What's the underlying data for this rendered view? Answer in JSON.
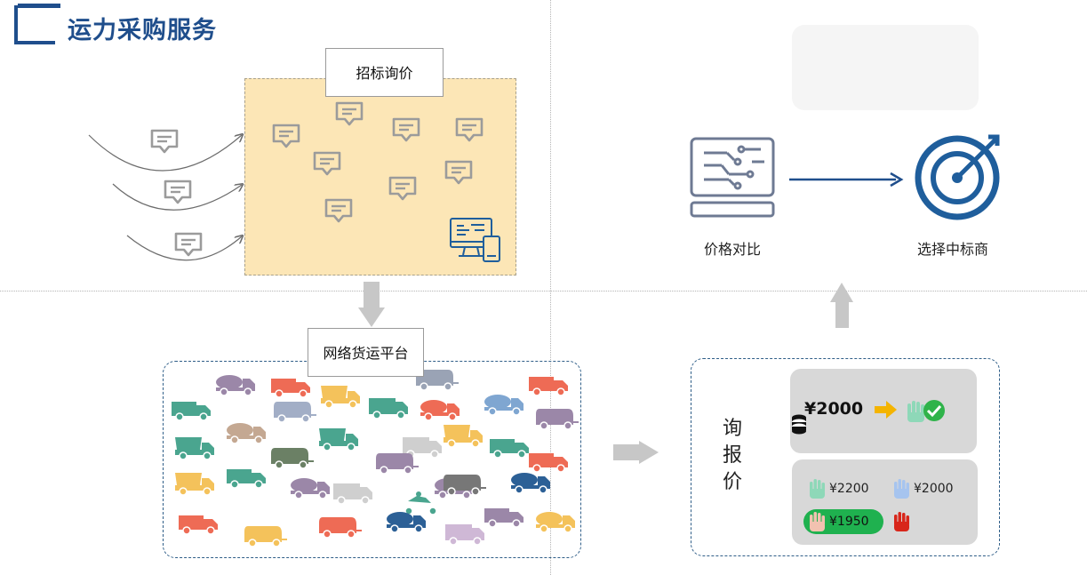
{
  "page": {
    "title": "运力采购服务"
  },
  "tender": {
    "label": "招标询价"
  },
  "platform": {
    "label": "网络货运平台"
  },
  "compare": {
    "label": "价格对比"
  },
  "select": {
    "label": "选择中标商"
  },
  "inquiry": {
    "label": "询报价"
  },
  "best_quote": {
    "price": "¥2000"
  },
  "quotes": [
    {
      "price": "¥2200",
      "hand_color": "#8ed8b8"
    },
    {
      "price": "¥2000",
      "hand_color": "#a6c4ef"
    },
    {
      "price": "¥1950",
      "hand_color": "#f2c2b0",
      "highlight": true
    },
    {
      "price": "",
      "hand_color": "#d8261a"
    }
  ],
  "colors": {
    "brand_blue": "#1f4e8c",
    "icon_gray": "#9b9b9b",
    "tender_fill": "#fce6b6",
    "arrow_gray": "#c7c7c7",
    "accent_green": "#1fb14f",
    "accent_yellow": "#f4b400"
  },
  "icons": {
    "tender_messages": "chat-bubble-icon",
    "tender_terminal": "computer-phone-icon",
    "compare": "circuit-monitor-icon",
    "select": "target-icon"
  },
  "vehicle_icons": [
    {
      "type": "mixer",
      "color": "#9b87a8"
    },
    {
      "type": "truck",
      "color": "#ee6b55"
    },
    {
      "type": "camper",
      "color": "#9aa3b5"
    },
    {
      "type": "truck",
      "color": "#4aa58f"
    },
    {
      "type": "camper",
      "color": "#a2aec6"
    },
    {
      "type": "dump",
      "color": "#f4c25b"
    },
    {
      "type": "van",
      "color": "#4aa58f"
    },
    {
      "type": "mixer",
      "color": "#ee6b55"
    },
    {
      "type": "mixer",
      "color": "#7fa6d1"
    },
    {
      "type": "truck",
      "color": "#ee6b55"
    },
    {
      "type": "camper",
      "color": "#9b87a8"
    },
    {
      "type": "mixer",
      "color": "#c4a892"
    },
    {
      "type": "camper",
      "color": "#6b8065"
    },
    {
      "type": "dump",
      "color": "#4aa58f"
    },
    {
      "type": "van",
      "color": "#cfcfcf"
    },
    {
      "type": "dump",
      "color": "#f4c25b"
    },
    {
      "type": "truck",
      "color": "#4aa58f"
    },
    {
      "type": "dump",
      "color": "#4aa58f"
    },
    {
      "type": "camper",
      "color": "#9b87a8"
    },
    {
      "type": "dump",
      "color": "#f4c25b"
    },
    {
      "type": "truck",
      "color": "#4aa58f"
    },
    {
      "type": "mixer",
      "color": "#9b87a8"
    },
    {
      "type": "van",
      "color": "#cfcfcf"
    },
    {
      "type": "mixer",
      "color": "#9b87a8"
    },
    {
      "type": "bike",
      "color": "#4aa58f"
    },
    {
      "type": "camper",
      "color": "#777777"
    },
    {
      "type": "mixer",
      "color": "#2c6096"
    },
    {
      "type": "truck",
      "color": "#9b87a8"
    },
    {
      "type": "truck",
      "color": "#ee6b55"
    },
    {
      "type": "camper",
      "color": "#f4c25b"
    },
    {
      "type": "camper",
      "color": "#ee6b55"
    },
    {
      "type": "mixer",
      "color": "#2c6096"
    },
    {
      "type": "van",
      "color": "#cfb8d6"
    },
    {
      "type": "mixer",
      "color": "#f4c25b"
    },
    {
      "type": "truck",
      "color": "#ee6b55"
    }
  ]
}
